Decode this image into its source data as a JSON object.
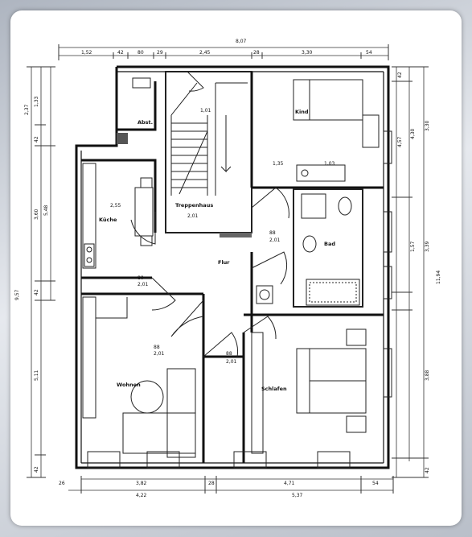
{
  "rooms": {
    "kind": "Kind",
    "abst": "Abst.",
    "treppenhaus": "Treppenhaus",
    "kueche": "Küche",
    "flur": "Flur",
    "bad": "Bad",
    "wohnen": "Wohnen",
    "schlafen": "Schlafen"
  },
  "dims": {
    "top_total": "8,07",
    "top_1": "1,52",
    "top_2": "42",
    "top_3": "80",
    "top_4": "29",
    "top_5": "2,45",
    "top_6": "28",
    "top_7": "3,30",
    "top_8": "54",
    "bottom_1": "3,82",
    "bottom_2": "28",
    "bottom_3": "4,71",
    "bottom_4": "54",
    "bottom_5": "26",
    "bottom_total_left": "4,22",
    "bottom_total_right": "5,37",
    "left_total": "9,57",
    "left_1": "2,37",
    "left_2": "1,33",
    "left_3": "42",
    "left_4": "3,60",
    "left_5": "5,48",
    "left_6": "42",
    "left_7": "5,11",
    "left_8": "42",
    "right_total": "11,94",
    "right_1": "42",
    "right_2": "4,57",
    "right_3": "4,30",
    "right_4": "3,30",
    "right_5": "3,39",
    "right_6": "1,57",
    "right_7": "3,88",
    "right_8": "42",
    "stair_w": "1,01",
    "stair_h": "2,01",
    "flur_a": "80",
    "flur_b": "2,01",
    "kueche_w": "2,55",
    "wohnen_a": "88",
    "wohnen_b": "2,01",
    "kind_a": "1,35",
    "kind_b": "1,03",
    "bad_a": "88",
    "bad_b": "2,01",
    "schlafen_a": "88",
    "schlafen_b": "2,01"
  }
}
